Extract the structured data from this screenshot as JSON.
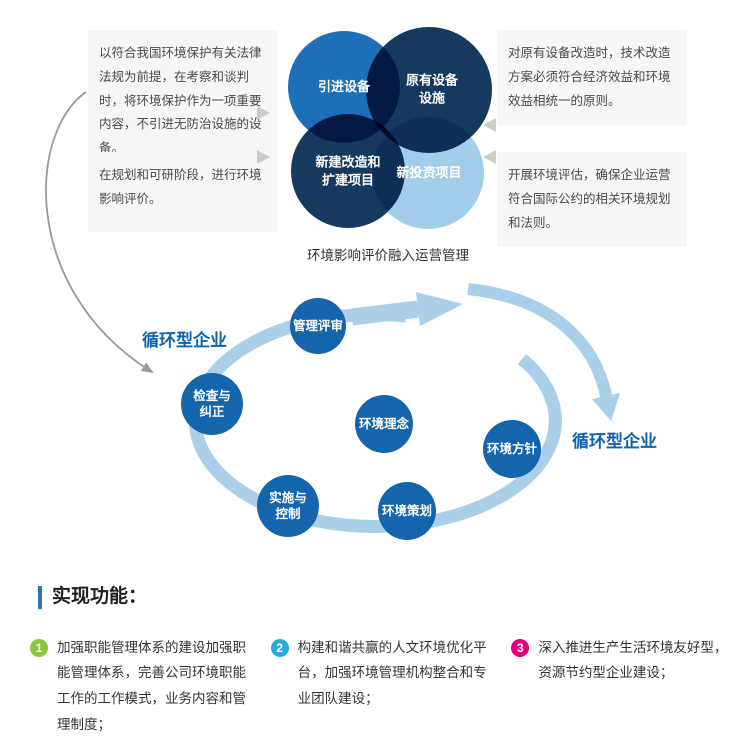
{
  "notes": {
    "top_left_1": "以符合我国环境保护有关法律法规为前提，在考察和谈判时，将环境保护作为一项重要内容，不引进无防治设施的设备。",
    "top_left_2": "在规划和可研阶段，进行环境影响评价。",
    "top_right_1": "对原有设备改造时，技术改造方案必须符合经济效益和环境效益相统一的原则。",
    "top_right_2": "开展环境评估，确保企业运营符合国际公约的相关环境规划和法则。"
  },
  "venn": {
    "caption": "环境影响评价融入运营管理",
    "circles": [
      {
        "label": "引进设备",
        "color": "#1d70b7"
      },
      {
        "label": "原有设备\n设施",
        "color": "#16395f"
      },
      {
        "label": "新建改造和\n扩建项目",
        "color": "#16395f"
      },
      {
        "label": "新投资项目",
        "color": "#a2cdea"
      }
    ]
  },
  "cycle": {
    "left_label": "循环型企业",
    "right_label": "循环型企业",
    "node_color": "#1565ad",
    "arrow_color": "#a9cfe9",
    "nodes": [
      {
        "label": "管理评审"
      },
      {
        "label": "检查与\n纠正"
      },
      {
        "label": "环境理念"
      },
      {
        "label": "环境方针"
      },
      {
        "label": "实施与\n控制"
      },
      {
        "label": "环境策划"
      }
    ]
  },
  "features": {
    "title": "实现功能：",
    "items": [
      {
        "num": "1",
        "color": "#8cc63e",
        "text": "加强职能管理体系的建设加强职能管理体系，完善公司环境职能工作的工作模式，业务内容和管理制度；"
      },
      {
        "num": "2",
        "color": "#29a8df",
        "text": "构建和谐共赢的人文环境优化平台，加强环境管理机构整合和专业团队建设；"
      },
      {
        "num": "3",
        "color": "#e4007f",
        "text": "深入推进生产生活环境友好型，资源节约型企业建设；"
      }
    ]
  }
}
